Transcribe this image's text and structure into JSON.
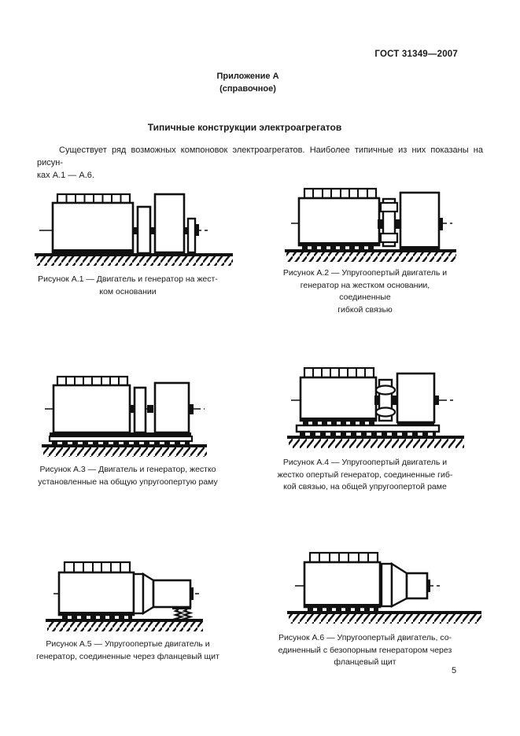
{
  "page": {
    "standard_code": "ГОСТ 31349—2007",
    "appendix": {
      "title": "Приложение А",
      "subtitle": "(справочное)"
    },
    "section_title": "Типичные конструкции электроагрегатов",
    "intro": {
      "line1": "Существует ряд возможных компоновок электроагрегатов. Наиболее типичные из них показаны на рисун-",
      "line2": "ках А.1 — А.6."
    },
    "page_number": "5"
  },
  "colors": {
    "ink": "#111111",
    "paper": "#ffffff"
  },
  "figures": [
    {
      "id": "А.1",
      "caption": "Рисунок А.1 — Двигатель и генератор на жестком основании",
      "lines": [
        "Рисунок А.1 — Двигатель и генератор на жест-",
        "ком основании"
      ]
    },
    {
      "id": "А.2",
      "caption": "Рисунок А.2 — Упругоопертый двигатель и генератор на жестком основании, соединенные гибкой связью",
      "lines": [
        "Рисунок  А.2 — Упругоопертый  двигатель  и",
        "генератор на жестком основании, соединенные",
        "гибкой связью"
      ]
    },
    {
      "id": "А.3",
      "caption": "Рисунок А.3 — Двигатель и генератор, жестко установленные на общую упругоопертую раму",
      "lines": [
        "Рисунок А.3 — Двигатель и генератор, жестко",
        "установленные на общую упругоопертую раму"
      ]
    },
    {
      "id": "А.4",
      "caption": "Рисунок А.4 — Упругоопертый двигатель и жестко опертый генератор, соединенные гибкой связью, на общей упругоопертой раме",
      "lines": [
        "Рисунок  А.4 — Упругоопертый  двигатель  и",
        "жестко опертый генератор, соединенные гиб-",
        "кой связью, на общей упругоопертой раме"
      ]
    },
    {
      "id": "А.5",
      "caption": "Рисунок А.5 — Упругоопертые двигатель и генератор, соединенные через фланцевый щит",
      "lines": [
        "Рисунок  А.5 — Упругоопертые  двигатель  и",
        "генератор, соединенные через фланцевый щит"
      ]
    },
    {
      "id": "А.6",
      "caption": "Рисунок А.6 — Упругоопертый двигатель, соединенный с безопорным генератором через фланцевый щит",
      "lines": [
        "Рисунок А.6 — Упругоопертый двигатель, со-",
        "единенный с безопорным генератором через",
        "фланцевый щит"
      ]
    }
  ]
}
